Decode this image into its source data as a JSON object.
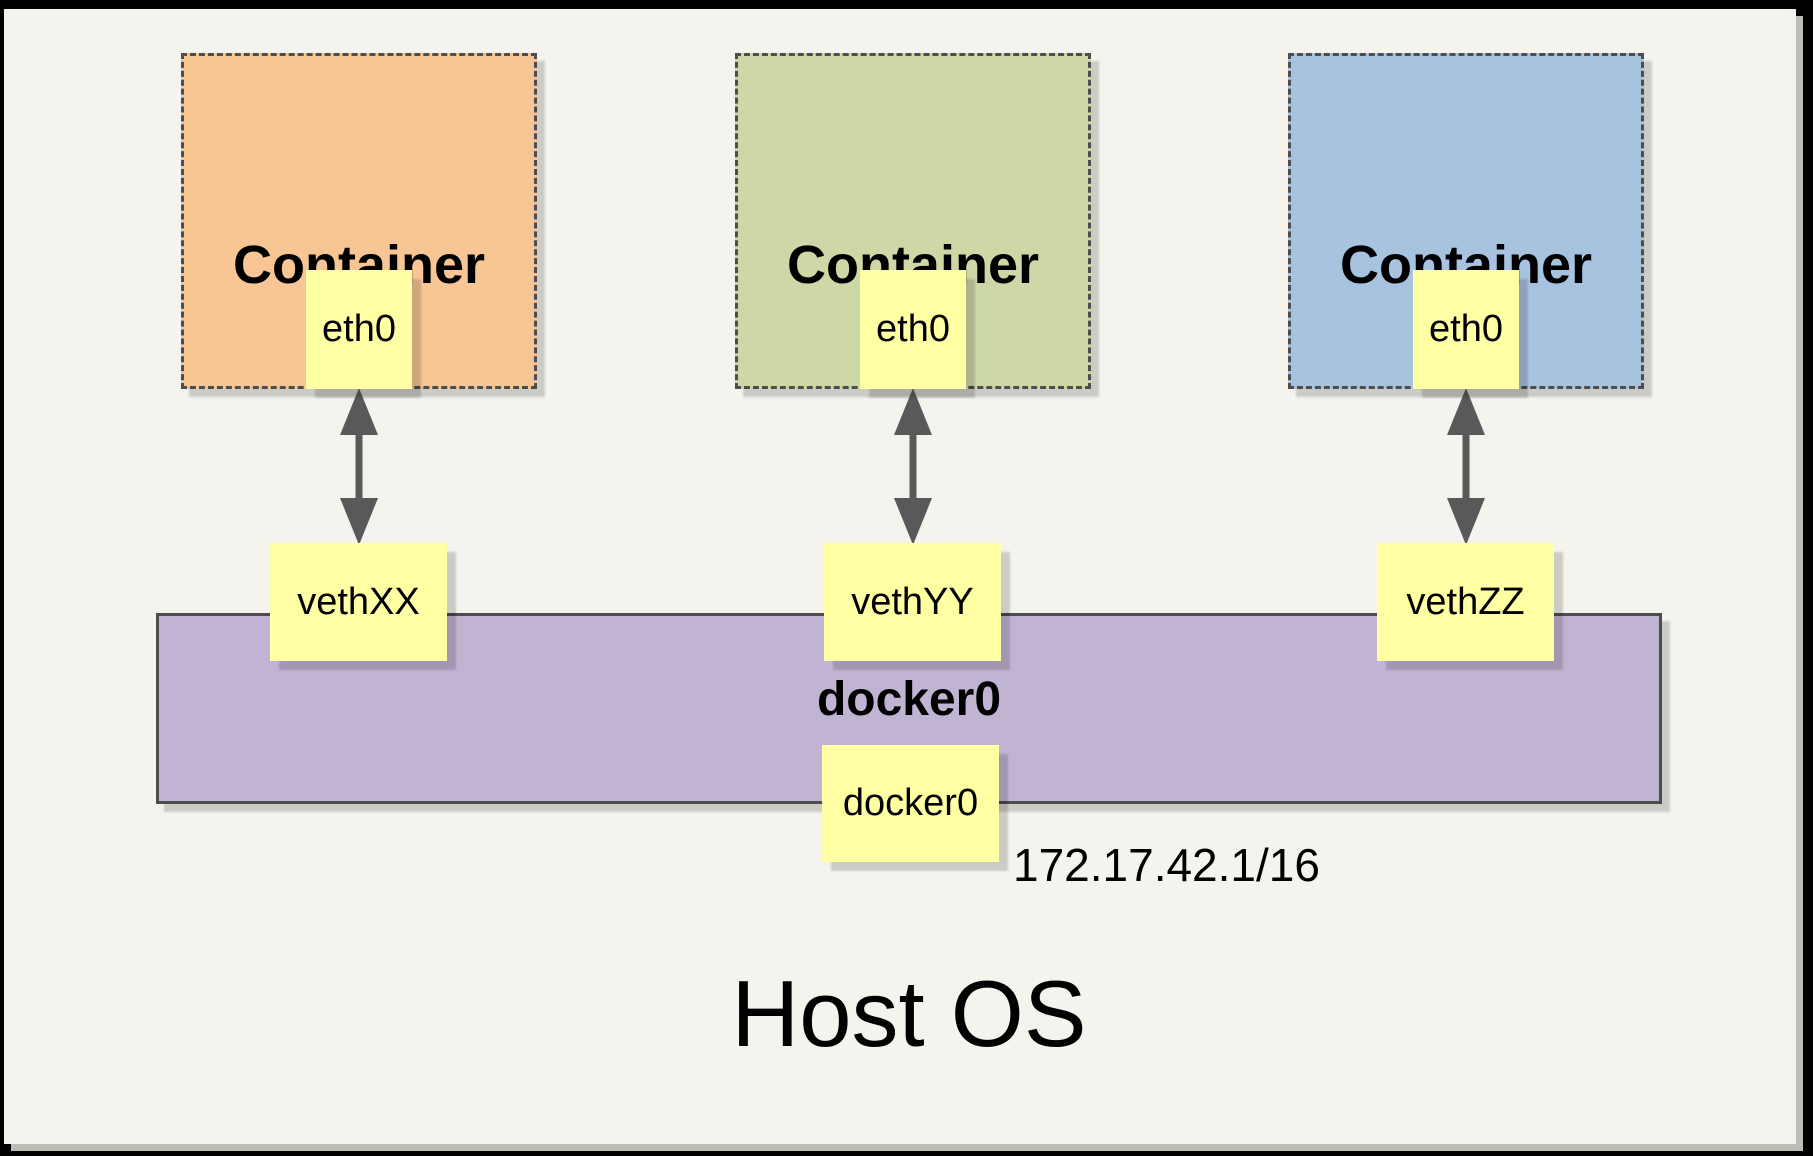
{
  "diagram": {
    "host_label": "Host OS",
    "containers": [
      {
        "label": "Container",
        "interface_label": "eth0",
        "veth_label": "vethXX",
        "fill": "#F7C694"
      },
      {
        "label": "Container",
        "interface_label": "eth0",
        "veth_label": "vethYY",
        "fill": "#CDD8A6"
      },
      {
        "label": "Container",
        "interface_label": "eth0",
        "veth_label": "vethZZ",
        "fill": "#A8C3E0"
      }
    ],
    "bridge": {
      "label": "docker0",
      "interface_label": "docker0",
      "ip": "172.17.42.1/16",
      "fill": "#C1B4D3"
    },
    "colors": {
      "interface_box": "#FFFFA3",
      "panel_background": "#F4F3ED",
      "border": "#4D4D4D",
      "arrow": "#595959",
      "frame": "#000000"
    }
  }
}
